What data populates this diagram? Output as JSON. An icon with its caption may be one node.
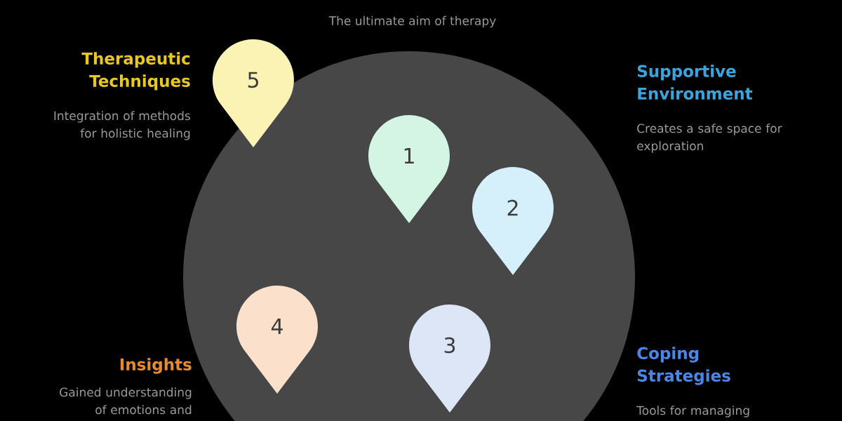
{
  "diagram": {
    "nodes": [
      {
        "text": [
          "1"
        ]
      },
      {
        "text": [
          "2"
        ],
        "beside": [
          "Supportive Environment",
          "Creates a safe space for exploration"
        ]
      },
      {
        "text": [
          "3"
        ],
        "beside": [
          "Coping Strategies",
          "Tools for managing"
        ]
      },
      {
        "text": [
          "4"
        ],
        "beside": [
          "Insights",
          "Gained understanding of emotions and"
        ]
      },
      {
        "text": [
          "5"
        ],
        "beside": [
          "Therapeutic Techniques",
          "Integration of methods for holistic healing"
        ]
      }
    ],
    "labels": [
      "The ultimate aim of therapy"
    ]
  }
}
